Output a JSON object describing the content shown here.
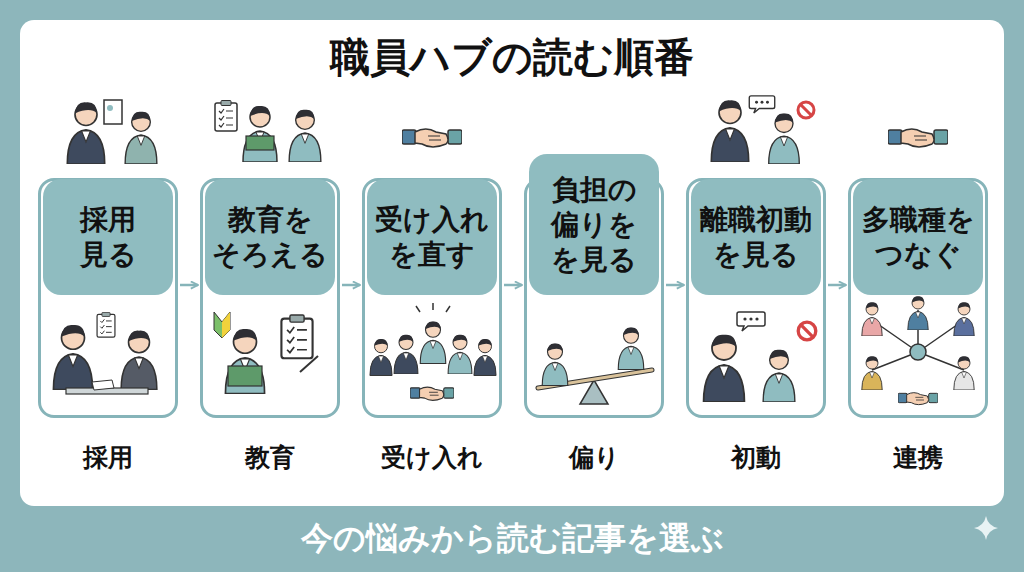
{
  "diagram": {
    "title": "職員ハブの読む順番",
    "caption": "今の悩みから読む記事を選ぶ",
    "nodes": [
      {
        "text": [
          "採用"
        ]
      },
      {
        "text": [
          "採用 見る"
        ],
        "in": 0
      },
      {
        "text": [
          "教育"
        ]
      },
      {
        "text": [
          "教育を そろえる"
        ],
        "in": 2
      },
      {
        "text": [
          "受け入れ"
        ]
      },
      {
        "text": [
          "受け入れ を直す"
        ],
        "in": 4
      },
      {
        "text": [
          "偏り"
        ]
      },
      {
        "text": [
          "負担の 偏りを を見る"
        ],
        "in": 6
      },
      {
        "text": [
          "初動"
        ]
      },
      {
        "text": [
          "離職初動 を見る"
        ],
        "in": 8
      },
      {
        "text": [
          "連携"
        ]
      },
      {
        "text": [
          "多職種を つなぐ"
        ],
        "in": 10
      }
    ],
    "edges": [
      {
        "from": 0,
        "to": 2,
        "arrow": "to"
      },
      {
        "from": 2,
        "to": 4,
        "arrow": "to"
      },
      {
        "from": 4,
        "to": 6,
        "arrow": "to"
      },
      {
        "from": 6,
        "to": 8,
        "arrow": "to"
      },
      {
        "from": 8,
        "to": 10,
        "arrow": "to"
      }
    ]
  }
}
